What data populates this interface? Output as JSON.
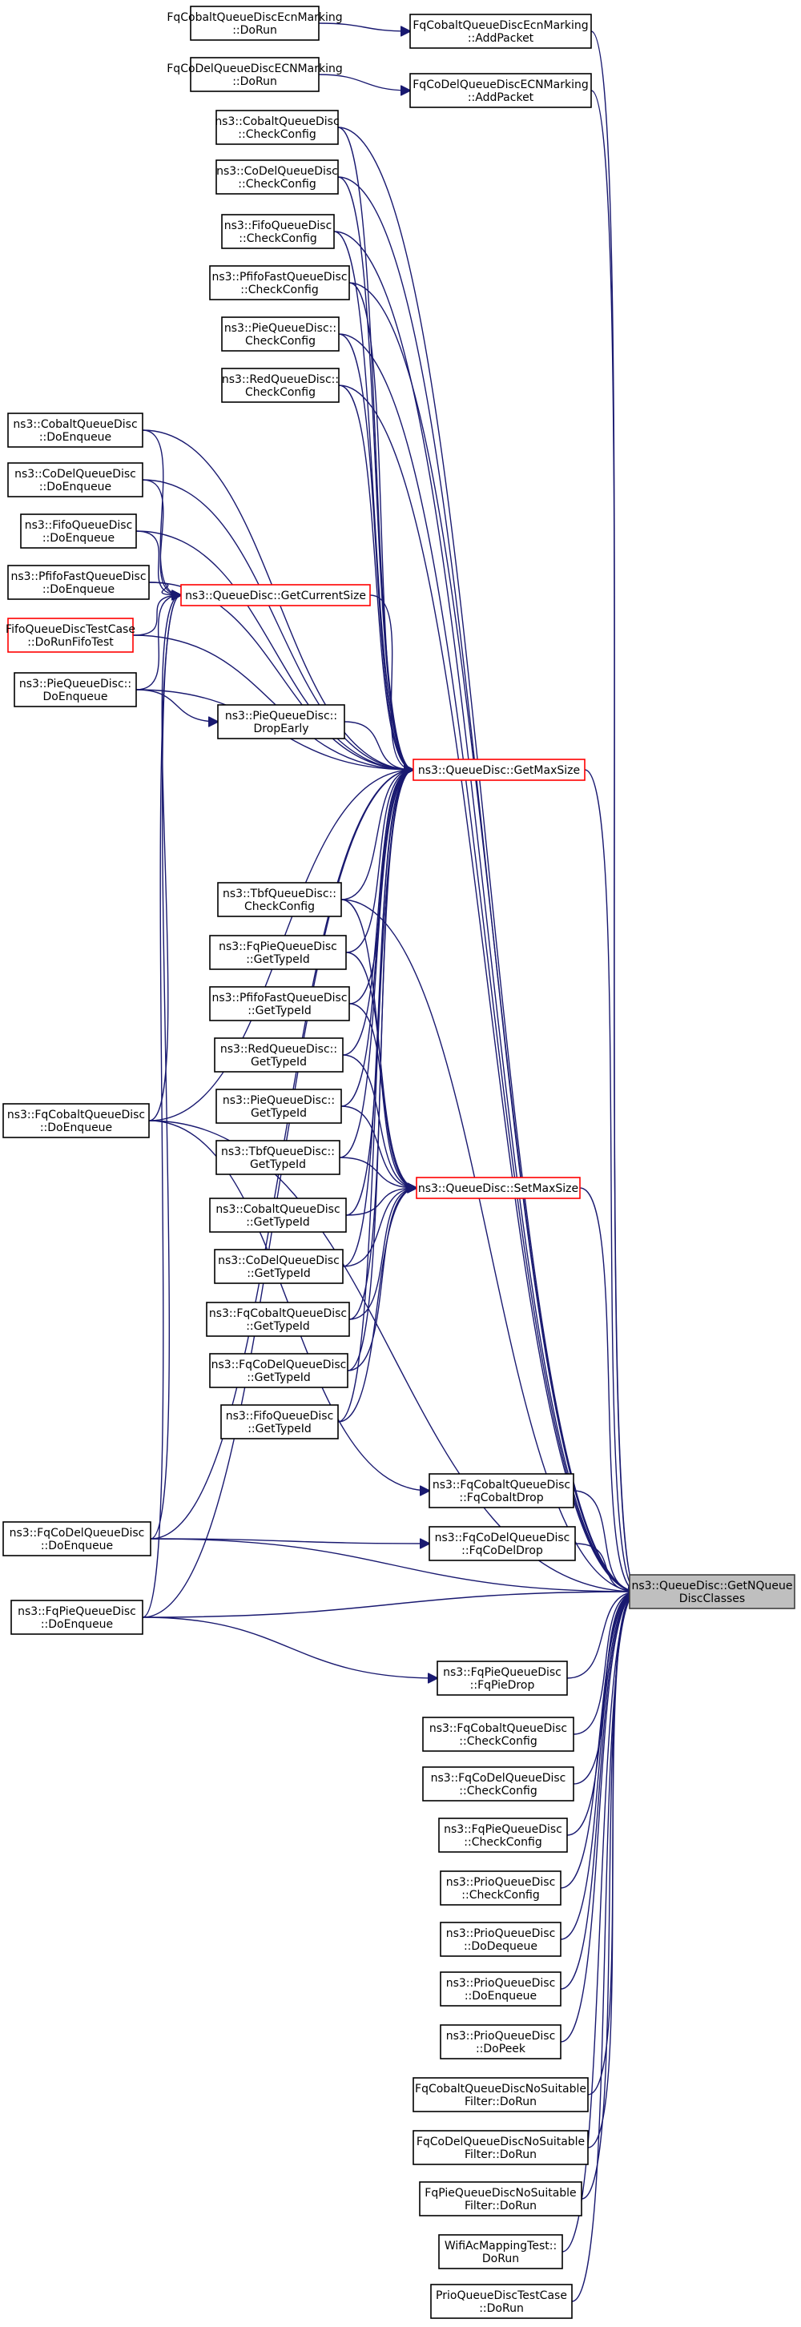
{
  "nodes": [
    {
      "id": "n0",
      "label": [
        "FqCobaltQueueDiscEcnMarking",
        "::DoRun"
      ]
    },
    {
      "id": "n1",
      "label": [
        "FqCobaltQueueDiscEcnMarking",
        "::AddPacket"
      ]
    },
    {
      "id": "n2",
      "label": [
        "FqCoDelQueueDiscECNMarking",
        "::DoRun"
      ]
    },
    {
      "id": "n3",
      "label": [
        "FqCoDelQueueDiscECNMarking",
        "::AddPacket"
      ]
    },
    {
      "id": "n4",
      "label": [
        "ns3::CobaltQueueDisc",
        "::CheckConfig"
      ]
    },
    {
      "id": "n5",
      "label": [
        "ns3::CoDelQueueDisc",
        "::CheckConfig"
      ]
    },
    {
      "id": "n6",
      "label": [
        "ns3::FifoQueueDisc",
        "::CheckConfig"
      ]
    },
    {
      "id": "n7",
      "label": [
        "ns3::PfifoFastQueueDisc",
        "::CheckConfig"
      ]
    },
    {
      "id": "n8",
      "label": [
        "ns3::PieQueueDisc::",
        "CheckConfig"
      ]
    },
    {
      "id": "n9",
      "label": [
        "ns3::RedQueueDisc::",
        "CheckConfig"
      ]
    },
    {
      "id": "n10",
      "label": [
        "ns3::CobaltQueueDisc",
        "::DoEnqueue"
      ]
    },
    {
      "id": "n11",
      "label": [
        "ns3::CoDelQueueDisc",
        "::DoEnqueue"
      ]
    },
    {
      "id": "n12",
      "label": [
        "ns3::FifoQueueDisc",
        "::DoEnqueue"
      ]
    },
    {
      "id": "n13",
      "label": [
        "ns3::PfifoFastQueueDisc",
        "::DoEnqueue"
      ]
    },
    {
      "id": "n14",
      "label": [
        "FifoQueueDiscTestCase",
        "::DoRunFifoTest"
      ],
      "red": true
    },
    {
      "id": "n15",
      "label": [
        "ns3::PieQueueDisc::",
        "DoEnqueue"
      ]
    },
    {
      "id": "n16",
      "label": [
        "ns3::QueueDisc::GetCurrentSize"
      ],
      "red": true
    },
    {
      "id": "n17",
      "label": [
        "ns3::PieQueueDisc::",
        "DropEarly"
      ]
    },
    {
      "id": "n18",
      "label": [
        "ns3::QueueDisc::GetMaxSize"
      ],
      "red": true
    },
    {
      "id": "n19",
      "label": [
        "ns3::TbfQueueDisc::",
        "CheckConfig"
      ]
    },
    {
      "id": "n20",
      "label": [
        "ns3::FqPieQueueDisc",
        "::GetTypeId"
      ]
    },
    {
      "id": "n21",
      "label": [
        "ns3::PfifoFastQueueDisc",
        "::GetTypeId"
      ]
    },
    {
      "id": "n22",
      "label": [
        "ns3::RedQueueDisc::",
        "GetTypeId"
      ]
    },
    {
      "id": "n23",
      "label": [
        "ns3::PieQueueDisc::",
        "GetTypeId"
      ]
    },
    {
      "id": "n24",
      "label": [
        "ns3::FqCobaltQueueDisc",
        "::DoEnqueue"
      ]
    },
    {
      "id": "n25",
      "label": [
        "ns3::TbfQueueDisc::",
        "GetTypeId"
      ]
    },
    {
      "id": "n26",
      "label": [
        "ns3::QueueDisc::SetMaxSize"
      ],
      "red": true
    },
    {
      "id": "n27",
      "label": [
        "ns3::CobaltQueueDisc",
        "::GetTypeId"
      ]
    },
    {
      "id": "n28",
      "label": [
        "ns3::CoDelQueueDisc",
        "::GetTypeId"
      ]
    },
    {
      "id": "n29",
      "label": [
        "ns3::FqCobaltQueueDisc",
        "::GetTypeId"
      ]
    },
    {
      "id": "n30",
      "label": [
        "ns3::FqCoDelQueueDisc",
        "::GetTypeId"
      ]
    },
    {
      "id": "n31",
      "label": [
        "ns3::FifoQueueDisc",
        "::GetTypeId"
      ]
    },
    {
      "id": "n32",
      "label": [
        "ns3::FqCobaltQueueDisc",
        "::FqCobaltDrop"
      ]
    },
    {
      "id": "n33",
      "label": [
        "ns3::FqCoDelQueueDisc",
        "::DoEnqueue"
      ]
    },
    {
      "id": "n34",
      "label": [
        "ns3::FqCoDelQueueDisc",
        "::FqCoDelDrop"
      ]
    },
    {
      "id": "n35",
      "label": [
        "ns3::QueueDisc::GetNQueue",
        "DiscClasses"
      ],
      "root": true
    },
    {
      "id": "n36",
      "label": [
        "ns3::FqPieQueueDisc",
        "::DoEnqueue"
      ]
    },
    {
      "id": "n37",
      "label": [
        "ns3::FqPieQueueDisc",
        "::FqPieDrop"
      ]
    },
    {
      "id": "n38",
      "label": [
        "ns3::FqCobaltQueueDisc",
        "::CheckConfig"
      ]
    },
    {
      "id": "n39",
      "label": [
        "ns3::FqCoDelQueueDisc",
        "::CheckConfig"
      ]
    },
    {
      "id": "n40",
      "label": [
        "ns3::FqPieQueueDisc",
        "::CheckConfig"
      ]
    },
    {
      "id": "n41",
      "label": [
        "ns3::PrioQueueDisc",
        "::CheckConfig"
      ]
    },
    {
      "id": "n42",
      "label": [
        "ns3::PrioQueueDisc",
        "::DoDequeue"
      ]
    },
    {
      "id": "n43",
      "label": [
        "ns3::PrioQueueDisc",
        "::DoEnqueue"
      ]
    },
    {
      "id": "n44",
      "label": [
        "ns3::PrioQueueDisc",
        "::DoPeek"
      ]
    },
    {
      "id": "n45",
      "label": [
        "FqCobaltQueueDiscNoSuitable",
        "Filter::DoRun"
      ]
    },
    {
      "id": "n46",
      "label": [
        "FqCoDelQueueDiscNoSuitable",
        "Filter::DoRun"
      ]
    },
    {
      "id": "n47",
      "label": [
        "FqPieQueueDiscNoSuitable",
        "Filter::DoRun"
      ]
    },
    {
      "id": "n48",
      "label": [
        "WifiAcMappingTest::",
        "DoRun"
      ]
    },
    {
      "id": "n49",
      "label": [
        "PrioQueueDiscTestCase",
        "::DoRun"
      ]
    }
  ],
  "edges": [
    [
      "n0",
      "n1"
    ],
    [
      "n2",
      "n3"
    ],
    [
      "n1",
      "n35"
    ],
    [
      "n3",
      "n35"
    ],
    [
      "n4",
      "n18"
    ],
    [
      "n5",
      "n18"
    ],
    [
      "n6",
      "n18"
    ],
    [
      "n7",
      "n18"
    ],
    [
      "n8",
      "n18"
    ],
    [
      "n9",
      "n18"
    ],
    [
      "n4",
      "n35"
    ],
    [
      "n5",
      "n35"
    ],
    [
      "n6",
      "n35"
    ],
    [
      "n7",
      "n35"
    ],
    [
      "n8",
      "n35"
    ],
    [
      "n9",
      "n35"
    ],
    [
      "n10",
      "n16"
    ],
    [
      "n11",
      "n16"
    ],
    [
      "n12",
      "n16"
    ],
    [
      "n13",
      "n16"
    ],
    [
      "n14",
      "n16"
    ],
    [
      "n15",
      "n16"
    ],
    [
      "n10",
      "n18"
    ],
    [
      "n11",
      "n18"
    ],
    [
      "n12",
      "n18"
    ],
    [
      "n13",
      "n18"
    ],
    [
      "n14",
      "n18"
    ],
    [
      "n15",
      "n18"
    ],
    [
      "n15",
      "n17"
    ],
    [
      "n17",
      "n18"
    ],
    [
      "n16",
      "n18"
    ],
    [
      "n24",
      "n16"
    ],
    [
      "n24",
      "n18"
    ],
    [
      "n33",
      "n16"
    ],
    [
      "n33",
      "n18"
    ],
    [
      "n36",
      "n16"
    ],
    [
      "n36",
      "n18"
    ],
    [
      "n19",
      "n18"
    ],
    [
      "n20",
      "n18"
    ],
    [
      "n21",
      "n18"
    ],
    [
      "n22",
      "n18"
    ],
    [
      "n23",
      "n18"
    ],
    [
      "n25",
      "n18"
    ],
    [
      "n27",
      "n18"
    ],
    [
      "n28",
      "n18"
    ],
    [
      "n29",
      "n18"
    ],
    [
      "n30",
      "n18"
    ],
    [
      "n31",
      "n18"
    ],
    [
      "n19",
      "n26"
    ],
    [
      "n20",
      "n26"
    ],
    [
      "n21",
      "n26"
    ],
    [
      "n22",
      "n26"
    ],
    [
      "n23",
      "n26"
    ],
    [
      "n25",
      "n26"
    ],
    [
      "n27",
      "n26"
    ],
    [
      "n28",
      "n26"
    ],
    [
      "n29",
      "n26"
    ],
    [
      "n30",
      "n26"
    ],
    [
      "n31",
      "n26"
    ],
    [
      "n18",
      "n35"
    ],
    [
      "n26",
      "n35"
    ],
    [
      "n19",
      "n35"
    ],
    [
      "n24",
      "n35"
    ],
    [
      "n24",
      "n32"
    ],
    [
      "n33",
      "n34"
    ],
    [
      "n36",
      "n37"
    ],
    [
      "n32",
      "n35"
    ],
    [
      "n34",
      "n35"
    ],
    [
      "n33",
      "n35"
    ],
    [
      "n36",
      "n35"
    ],
    [
      "n37",
      "n35"
    ],
    [
      "n38",
      "n35"
    ],
    [
      "n39",
      "n35"
    ],
    [
      "n40",
      "n35"
    ],
    [
      "n41",
      "n35"
    ],
    [
      "n42",
      "n35"
    ],
    [
      "n43",
      "n35"
    ],
    [
      "n44",
      "n35"
    ],
    [
      "n45",
      "n35"
    ],
    [
      "n46",
      "n35"
    ],
    [
      "n47",
      "n35"
    ],
    [
      "n48",
      "n35"
    ],
    [
      "n49",
      "n35"
    ]
  ]
}
